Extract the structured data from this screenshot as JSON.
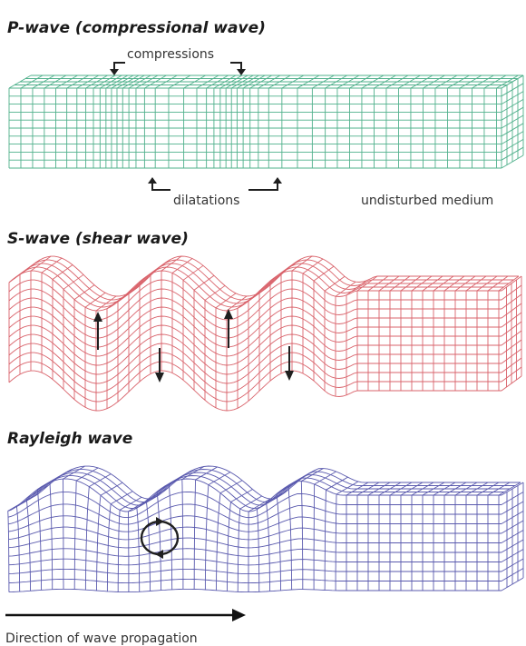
{
  "colors": {
    "p_wave": "#4fb08b",
    "s_wave": "#d9636b",
    "rayleigh_wave": "#5a5aae",
    "arrow": "#1f1f1f",
    "text": "#1a1a1a"
  },
  "sections": {
    "p_wave": {
      "title": "P-wave (compressional wave)",
      "compressions_label": "compressions",
      "dilatations_label": "dilatations",
      "undisturbed_label": "undisturbed medium"
    },
    "s_wave": {
      "title": "S-wave (shear wave)"
    },
    "rayleigh_wave": {
      "title": "Rayleigh wave"
    }
  },
  "propagation_label": "Direction of wave propagation"
}
